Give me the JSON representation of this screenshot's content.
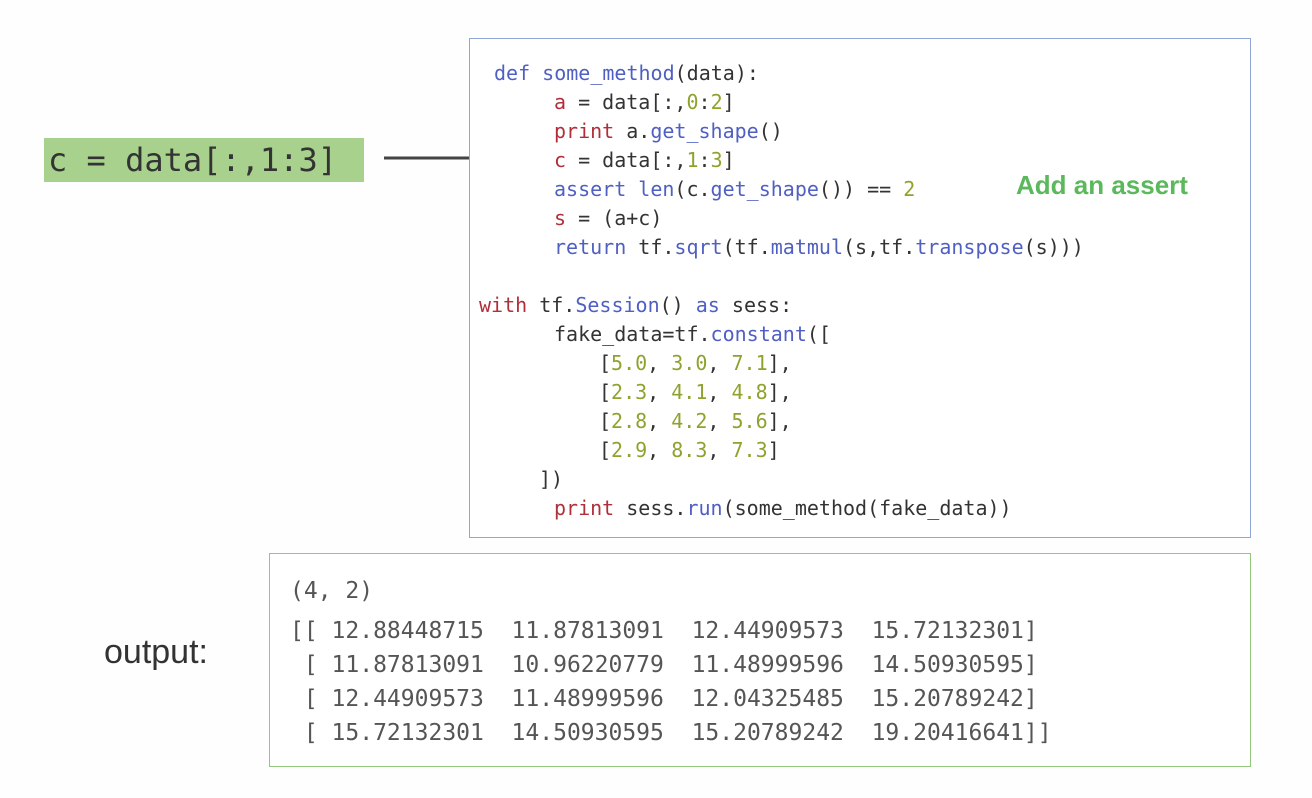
{
  "highlight": {
    "text": "c = data[:,1:3]"
  },
  "code": {
    "l1_kw": "def",
    "l1_fn": "some_method",
    "l1_rest": "(data):",
    "l2_var": "a",
    "l2_eq": " = data[:,",
    "l2_n1": "0",
    "l2_colon": ":",
    "l2_n2": "2",
    "l2_end": "]",
    "l3_kw": "print",
    "l3_rest": " a.",
    "l3_fn": "get_shape",
    "l3_end": "()",
    "l4_var": "c",
    "l4_eq": " = data[:,",
    "l4_n1": "1",
    "l4_colon": ":",
    "l4_n2": "3",
    "l4_end": "]",
    "l5_kw": "assert",
    "l5_sp": " ",
    "l5_fn1": "len",
    "l5_mid": "(c.",
    "l5_fn2": "get_shape",
    "l5_end": "()) == ",
    "l5_num": "2",
    "l6_var": "s",
    "l6_rest": " = (a+c)",
    "l7_kw": "return",
    "l7_a": " tf.",
    "l7_fn1": "sqrt",
    "l7_b": "(tf.",
    "l7_fn2": "matmul",
    "l7_c": "(s,tf.",
    "l7_fn3": "transpose",
    "l7_d": "(s)))",
    "l8_kw": "with",
    "l8_a": " tf.",
    "l8_fn": "Session",
    "l8_b": "() ",
    "l8_as": "as",
    "l8_c": " sess:",
    "l9_a": "fake_data=tf.",
    "l9_fn": "constant",
    "l9_b": "([",
    "rows": [
      [
        "5.0",
        "3.0",
        "7.1",
        "],"
      ],
      [
        "2.3",
        "4.1",
        "4.8",
        "],"
      ],
      [
        "2.8",
        "4.2",
        "5.6",
        "],"
      ],
      [
        "2.9",
        "8.3",
        "7.3",
        "]"
      ]
    ],
    "l14": "])",
    "l15_kw": "print",
    "l15_a": " sess.",
    "l15_fn": "run",
    "l15_b": "(some_method(fake_data))"
  },
  "annotation": "Add an assert",
  "output": {
    "label": "output:",
    "lines": [
      "(4, 2)",
      "[[ 12.88448715  11.87813091  12.44909573  15.72132301]",
      " [ 11.87813091  10.96220779  11.48999596  14.50930595]",
      " [ 12.44909573  11.48999596  12.04325485  15.20789242]",
      " [ 15.72132301  14.50930595  15.20789242  19.20416641]]"
    ]
  },
  "colors": {
    "highlight_bg": "#a9d18e",
    "keyword_blue": "#4f5fc2",
    "keyword_red": "#b0303a",
    "number_green": "#8ea32e",
    "annotation_green": "#5cb85c",
    "code_border": "#8fa8d8",
    "output_border": "#92c77c"
  }
}
